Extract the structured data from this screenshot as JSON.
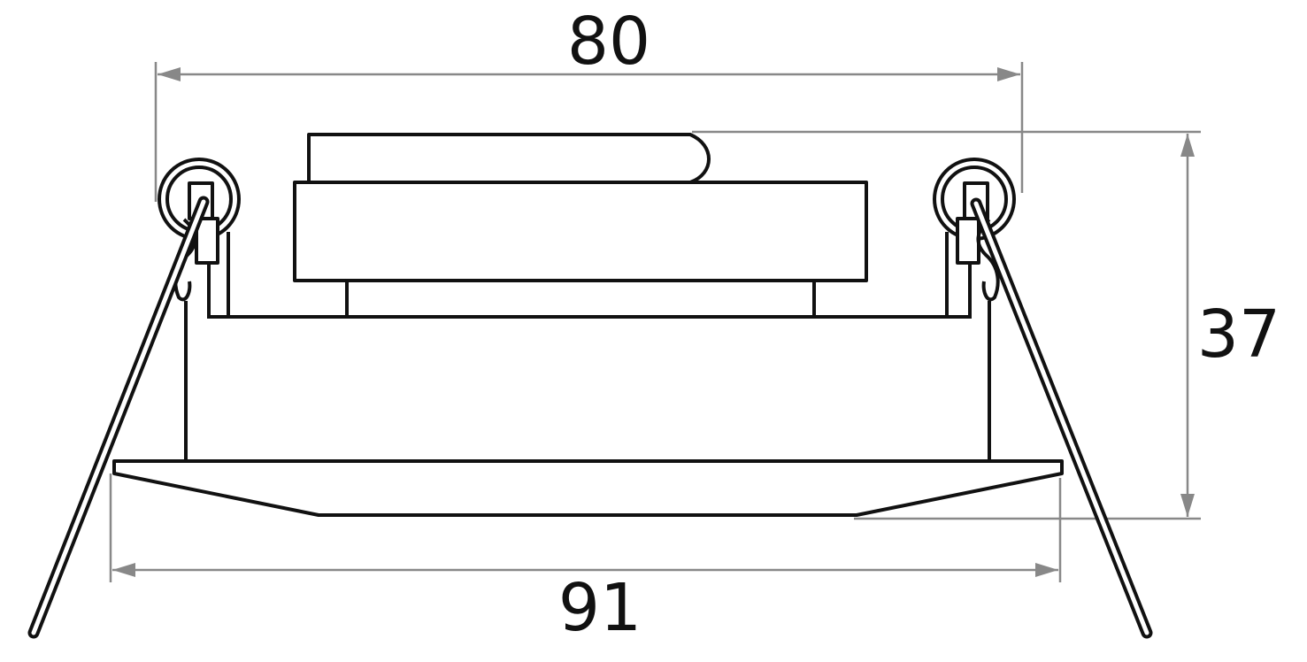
{
  "dimensions": {
    "top_width": "80",
    "bottom_width": "91",
    "height": "37"
  },
  "colors": {
    "outline": "#111111",
    "dimension_line": "#888888",
    "background": "#ffffff"
  }
}
